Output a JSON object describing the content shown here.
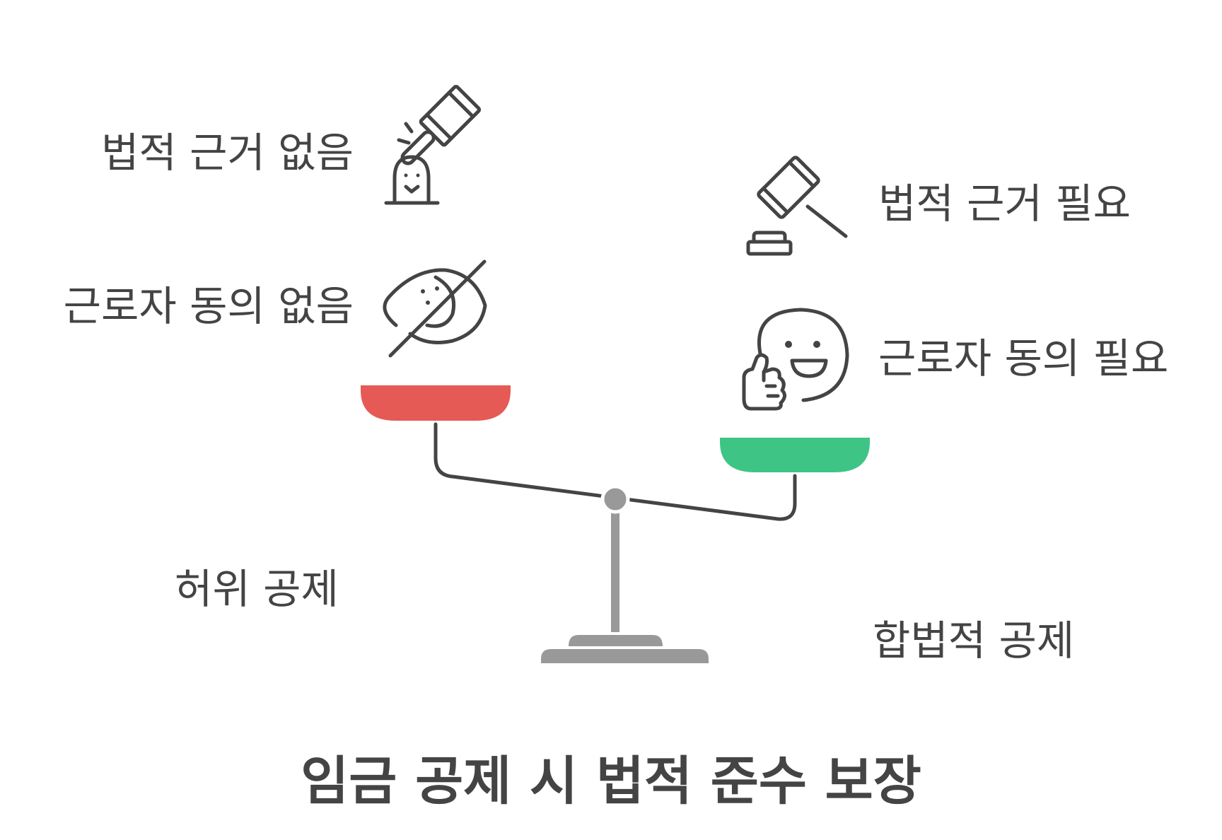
{
  "title": "임금 공제 시 법적 준수 보장",
  "left": {
    "outcome": "허위 공제",
    "items": [
      {
        "label": "법적 근거 없음",
        "icon": "gavel-ghost-icon"
      },
      {
        "label": "근로자 동의 없음",
        "icon": "eye-slash-icon"
      }
    ],
    "pan_color": "#E55A55"
  },
  "right": {
    "outcome": "합법적 공제",
    "items": [
      {
        "label": "법적 근거 필요",
        "icon": "gavel-icon"
      },
      {
        "label": "근로자 동의 필요",
        "icon": "smiley-thumbs-up-icon"
      }
    ],
    "pan_color": "#3EC585"
  },
  "colors": {
    "text": "#444444",
    "scale_gray": "#999999",
    "beam": "#444444"
  }
}
